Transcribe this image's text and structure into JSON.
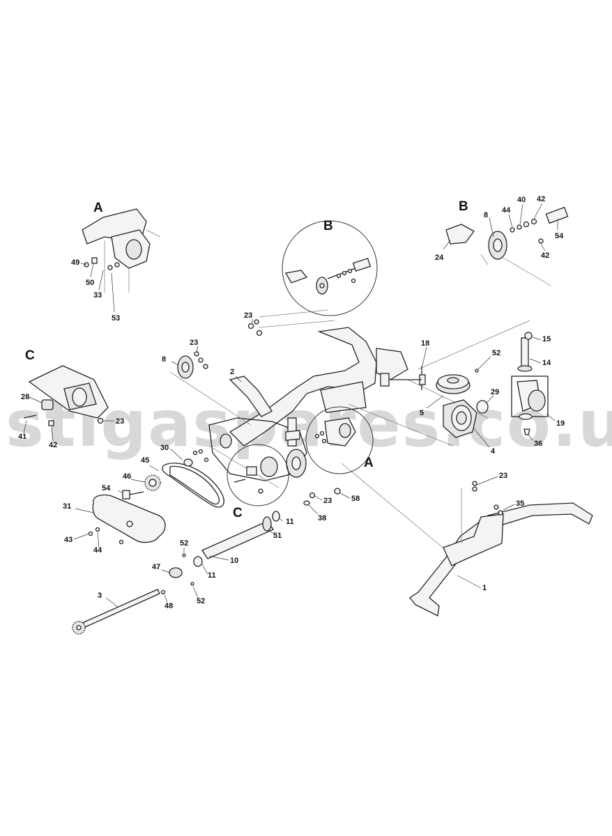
{
  "watermark": "stigaspares.co.uk",
  "sections": {
    "a_detail": "A",
    "b_detail": "B",
    "c_detail": "C",
    "b_circle": "B",
    "a_circle": "A",
    "c_circle": "C"
  },
  "labels": {
    "p1": "1",
    "p2": "2",
    "p3": "3",
    "p4": "4",
    "p5": "5",
    "p8a": "8",
    "p8b": "8",
    "p10": "10",
    "p11a": "11",
    "p11b": "11",
    "p14": "14",
    "p15": "15",
    "p18": "18",
    "p19": "19",
    "p23a": "23",
    "p23b": "23",
    "p23c": "23",
    "p23d": "23",
    "p23e": "23",
    "p24": "24",
    "p28": "28",
    "p29": "29",
    "p30": "30",
    "p31": "31",
    "p33": "33",
    "p35": "35",
    "p36": "36",
    "p38": "38",
    "p40": "40",
    "p41": "41",
    "p42a": "42",
    "p42b": "42",
    "p42c": "42",
    "p43": "43",
    "p44a": "44",
    "p44b": "44",
    "p45": "45",
    "p46": "46",
    "p47": "47",
    "p48": "48",
    "p49": "49",
    "p50": "50",
    "p51": "51",
    "p52a": "52",
    "p52b": "52",
    "p52c": "52",
    "p53": "53",
    "p54a": "54",
    "p54b": "54",
    "p58": "58"
  }
}
